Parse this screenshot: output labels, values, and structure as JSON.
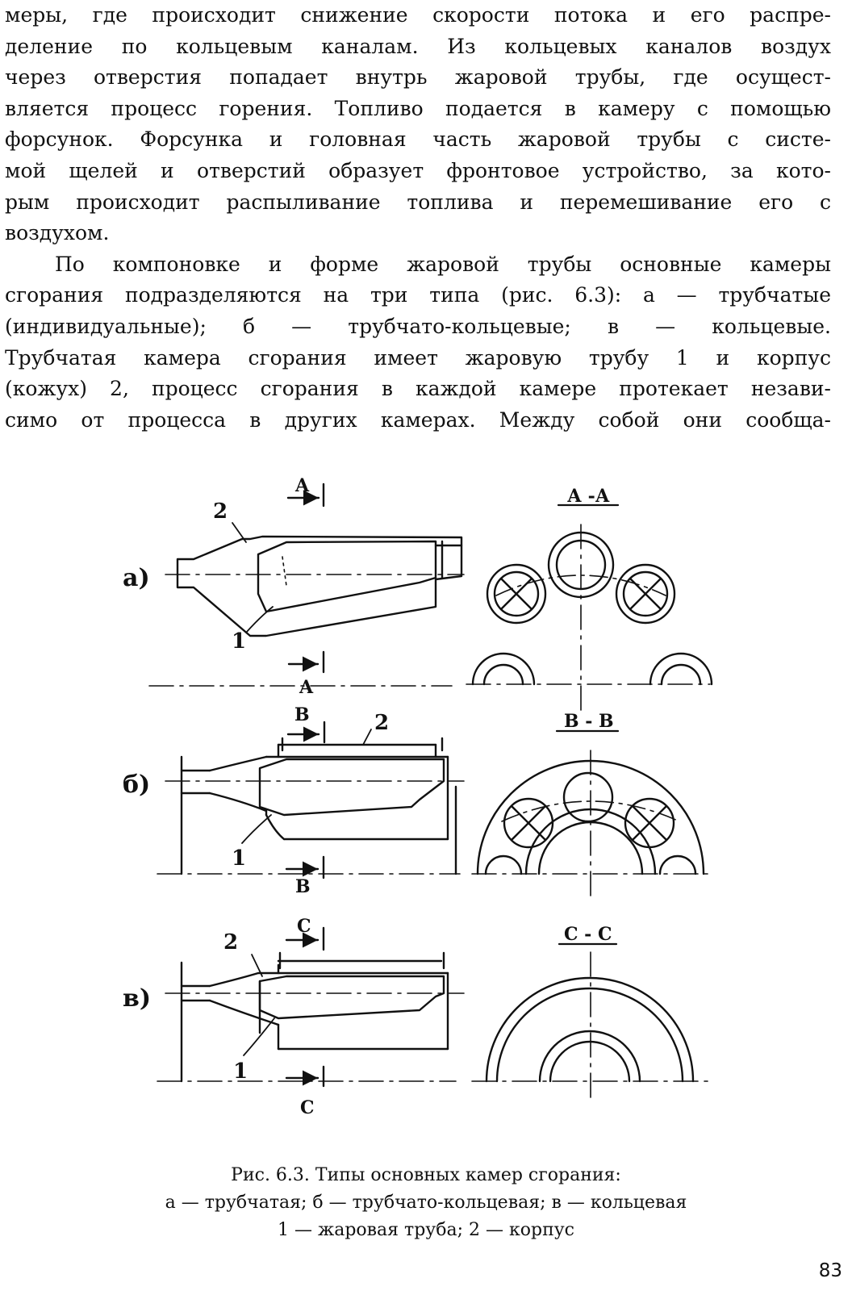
{
  "body_lines": [
    "меры, где происходит снижение скорости потока и его распре-",
    "деление по кольцевым каналам. Из кольцевых каналов воздух",
    "через отверстия попадает внутрь жаровой трубы, где осущест-",
    "вляется процесс горения. Топливо подается в камеру с помощью",
    "форсунок. Форсунка и головная часть жаровой трубы с систе-",
    "мой щелей и отверстий образует фронтовое устройство, за кото-",
    "рым происходит распыливание топлива и перемешивание его с",
    "воздухом.",
    "По компоновке и форме жаровой трубы основные камеры",
    "сгорания подразделяются на три типа (рис. 6.3): а — трубчатые",
    "(индивидуальные); б — трубчато-кольцевые; в — кольцевые.",
    "Трубчатая камера сгорания имеет жаровую трубу 1 и корпус",
    "(кожух) 2, процесс сгорания в каждой камере протекает незави-",
    "симо от процесса в других камерах. Между собой они сообща-"
  ],
  "figure": {
    "row_labels": [
      "а)",
      "б)",
      "в)"
    ],
    "part_labels": [
      "1",
      "2"
    ],
    "section_marks": [
      "A",
      "B",
      "C"
    ],
    "section_titles": [
      "А -А",
      "В - В",
      "С - С"
    ]
  },
  "caption": {
    "line1": "Рис. 6.3. Типы основных камер сгорания:",
    "line2": "а — трубчатая; б — трубчато-кольцевая; в — кольцевая",
    "line3": "1 — жаровая труба; 2 — корпус"
  },
  "page_number": "83"
}
